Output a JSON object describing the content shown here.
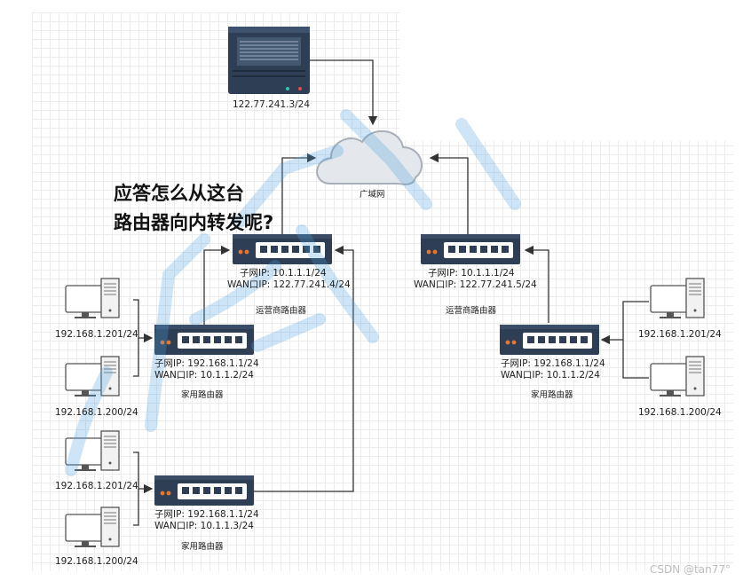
{
  "question": {
    "line1": "应答怎么从这台",
    "line2": "路由器向内转发呢?"
  },
  "server": {
    "ip": "122.77.241.3/24"
  },
  "cloud": {
    "label": "广域网"
  },
  "isp_left": {
    "subnet": "子网IP:   10.1.1.1/24",
    "wan": "WAN口IP:  122.77.241.4/24",
    "name": "运营商路由器"
  },
  "isp_right": {
    "subnet": "子网IP:   10.1.1.1/24",
    "wan": "WAN口IP:  122.77.241.5/24",
    "name": "运营商路由器"
  },
  "home_left_top": {
    "subnet": "子网IP:   192.168.1.1/24",
    "wan": "WAN口IP:  10.1.1.2/24",
    "name": "家用路由器"
  },
  "home_left_bottom": {
    "subnet": "子网IP:   192.168.1.1/24",
    "wan": "WAN口IP:  10.1.1.3/24",
    "name": "家用路由器"
  },
  "home_right": {
    "subnet": "子网IP:   192.168.1.1/24",
    "wan": "WAN口IP:  10.1.1.2/24",
    "name": "家用路由器"
  },
  "pcs": {
    "l1": "192.168.1.201/24",
    "l2": "192.168.1.200/24",
    "l3": "192.168.1.201/24",
    "l4": "192.168.1.200/24",
    "r1": "192.168.1.201/24",
    "r2": "192.168.1.200/24"
  },
  "footer": {
    "credit": "CSDN @tan77°"
  },
  "colors": {
    "router_body": "#2e3e54",
    "line": "#333333",
    "watermark": "#4aa3df"
  }
}
